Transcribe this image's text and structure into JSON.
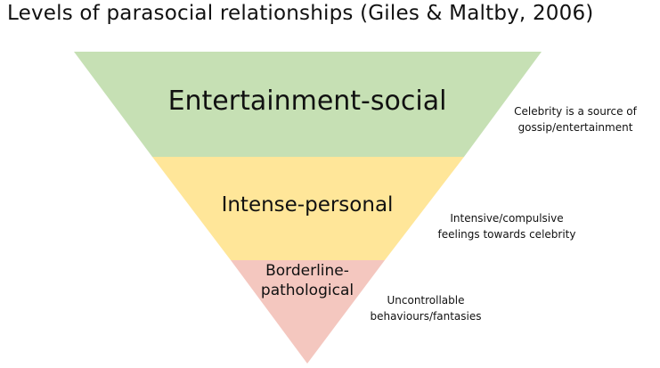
{
  "title": "Levels of parasocial relationships (Giles & Maltby, 2006)",
  "levels": [
    {
      "label": "Entertainment-social",
      "description": "Celebrity is a source of gossip/entertainment",
      "color": "#c6e0b4"
    },
    {
      "label": "Intense-personal",
      "description": "Intensive/compulsive feelings towards celebrity",
      "color": "#ffe699"
    },
    {
      "label": "Borderline-pathological",
      "description": "Uncontrollable behaviours/fantasies",
      "color": "#f4c7bf"
    }
  ]
}
